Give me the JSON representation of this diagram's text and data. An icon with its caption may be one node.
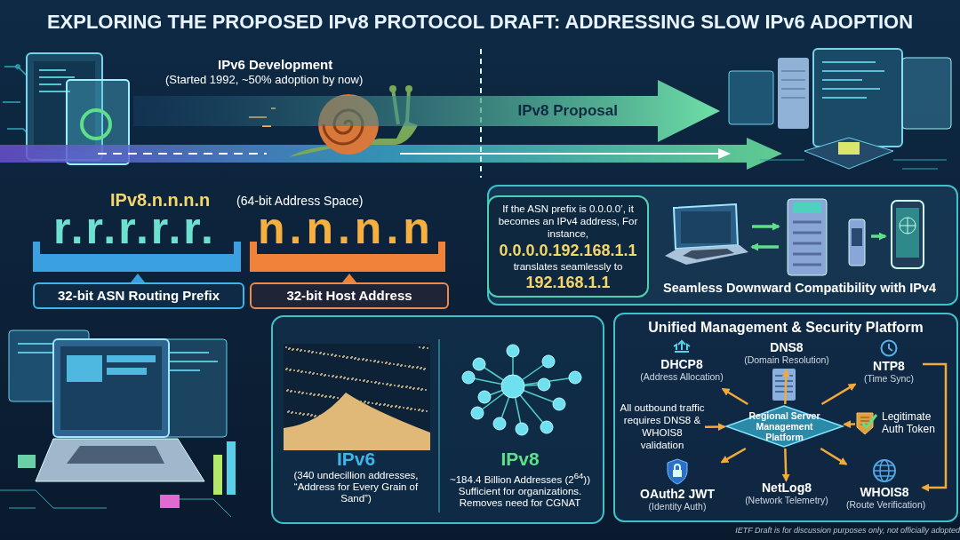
{
  "diagram": {
    "title": "EXPLORING THE PROPOSED IPv8 PROTOCOL DRAFT: ADDRESSING SLOW IPv6 ADOPTION",
    "nodes": [
      {
        "text": [
          "IPv8 Proposal"
        ]
      },
      {
        "text": [
          "32-bit ASN Routing Prefix"
        ]
      },
      {
        "text": [
          "32-bit Host Address"
        ]
      },
      {
        "text": [
          "Seamless Downward Compatibility with IPv4"
        ]
      },
      {
        "text": [
          "If the ASN prefix is 0.0.0.0’, it becomes an IPv4 address, For instance,",
          "0.0.0.0.192.168.1.1",
          "translates seamlessly to",
          "192.168.1.1"
        ],
        "in": 3
      },
      {
        "text": [],
        "shape": "picture",
        "in": 3
      },
      {
        "text": [],
        "shape": "picture",
        "in": 3
      },
      {
        "text": [],
        "shape": "picture",
        "in": 3
      },
      {
        "text": [],
        "shape": "picture",
        "in": 3
      },
      {
        "text": [],
        "shape": "box"
      },
      {
        "text": [
          "IPv6",
          "(340 undecillion addresses, “Address for Every Grain of Sand”)"
        ],
        "in": 9
      },
      {
        "text": [
          "IPv8",
          "~184.4 Billion Addresses (2$^{64}$)) Sufficient for organizations. Removes need for CGNAT"
        ],
        "in": 9
      },
      {
        "text": [
          "Unified Management & Security Platform"
        ]
      },
      {
        "text": [
          "Regional Server Management Platform"
        ],
        "in": 12
      },
      {
        "text": [
          "DHCP8",
          "(Address Allocation)"
        ],
        "in": 12
      },
      {
        "text": [
          "DNS8",
          "(Domain Resolution)"
        ],
        "in": 12
      },
      {
        "text": [
          "NTP8",
          "(Time Sync)"
        ],
        "in": 12
      },
      {
        "text": [
          "All outbound traffic requires DNS8 & WHOIS8 validation"
        ],
        "in": 12
      },
      {
        "text": [
          "Legitimate Auth Token"
        ],
        "in": 12
      },
      {
        "text": [
          "OAuth2 JWT",
          "(Identity Auth)"
        ],
        "in": 12
      },
      {
        "text": [
          "NetLog8",
          "(Network Telemetry)"
        ],
        "in": 12
      },
      {
        "text": [
          "WHOIS8",
          "(Route Verification)"
        ],
        "in": 12
      }
    ],
    "edges": [
      {
        "from": 5,
        "to": 6,
        "arrow": "to",
        "color": "#5ee08a"
      },
      {
        "from": 6,
        "to": 5,
        "arrow": "to",
        "color": "#5ee08a"
      },
      {
        "from": 7,
        "to": 8,
        "arrow": "to",
        "color": "#5ee08a"
      },
      {
        "from": 13,
        "to": 14,
        "arrow": "to"
      },
      {
        "from": 13,
        "to": 15,
        "arrow": "to"
      },
      {
        "from": 13,
        "to": 16,
        "arrow": "to"
      },
      {
        "from": 17,
        "to": 13,
        "arrow": "to"
      },
      {
        "from": 18,
        "to": 13,
        "arrow": "to"
      },
      {
        "from": 13,
        "to": 19,
        "arrow": "to"
      },
      {
        "from": 13,
        "to": 20,
        "arrow": "to"
      },
      {
        "from": 13,
        "to": 21,
        "arrow": "to"
      },
      {
        "from": 16,
        "to": 21,
        "arrow": "to"
      }
    ],
    "labels": [
      "IPv6 Development",
      "(Started 1992, ~50% adoption by now)",
      "IPv8.n.n.n.n",
      "(64-bit Address Space)",
      "r.r.r.r.r.",
      "n.n.n.n",
      "*IETF Draft is for discussion purposes only, not officially adopted*"
    ]
  }
}
